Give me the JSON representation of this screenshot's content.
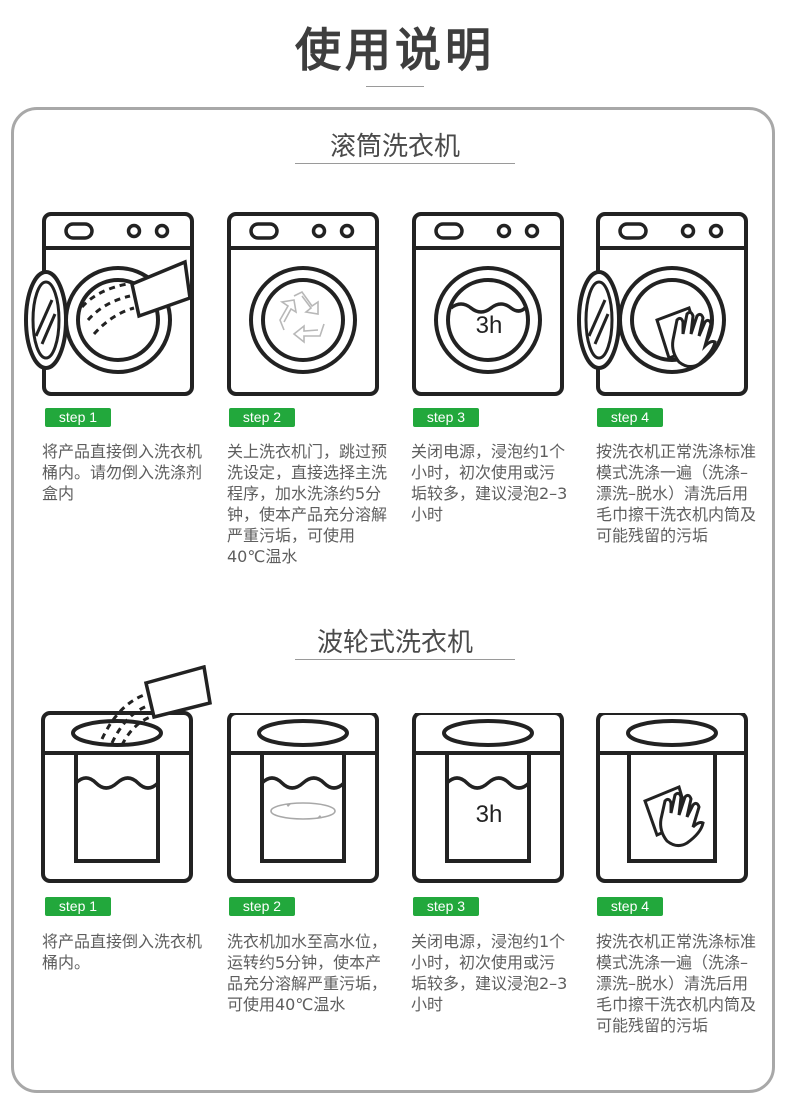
{
  "page": {
    "title": "使用说明"
  },
  "sections": [
    {
      "title": "滚筒洗衣机",
      "steps": [
        {
          "badge": "step 1",
          "text": "将产品直接倒入洗衣机桶内。请勿倒入洗涤剂盒内"
        },
        {
          "badge": "step 2",
          "text": "关上洗衣机门，跳过预洗设定，直接选择主洗程序，加水洗涤约5分钟，使本产品充分溶解严重污垢，可使用40℃温水"
        },
        {
          "badge": "step 3",
          "text": "关闭电源，浸泡约1个小时，初次使用或污垢较多，建议浸泡2–3小时",
          "drum_label": "3h"
        },
        {
          "badge": "step 4",
          "text": "按洗衣机正常洗涤标准模式洗涤一遍（洗涤–漂洗–脱水）清洗后用毛巾擦干洗衣机内筒及可能残留的污垢"
        }
      ]
    },
    {
      "title": "波轮式洗衣机",
      "steps": [
        {
          "badge": "step 1",
          "text": "将产品直接倒入洗衣机桶内。"
        },
        {
          "badge": "step 2",
          "text": "洗衣机加水至高水位，运转约5分钟，使本产品充分溶解严重污垢，可使用40℃温水"
        },
        {
          "badge": "step 3",
          "text": "关闭电源，浸泡约1个小时，初次使用或污垢较多，建议浸泡2–3小时",
          "drum_label": "3h"
        },
        {
          "badge": "step 4",
          "text": "按洗衣机正常洗涤标准模式洗涤一遍（洗涤–漂洗–脱水）清洗后用毛巾擦干洗衣机内筒及可能残留的污垢"
        }
      ]
    }
  ],
  "colors": {
    "badge": "#22a83c",
    "line": "#222222",
    "frame": "#a8a8a8"
  }
}
